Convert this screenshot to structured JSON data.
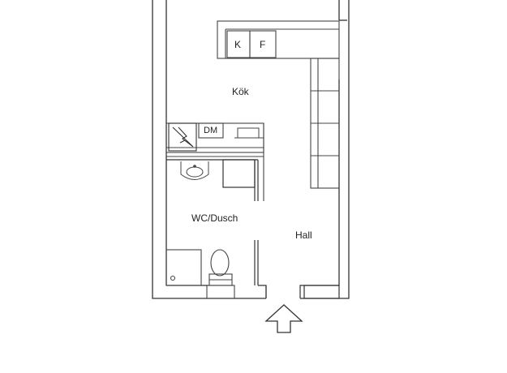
{
  "rooms": {
    "kitchen": "Kök",
    "bathroom": "WC/Dusch",
    "hall": "Hall"
  },
  "appliances": {
    "stove": "K",
    "fridge": "F",
    "dishwasher": "DM"
  },
  "colors": {
    "wall": "#222222",
    "line": "#555555",
    "background": "#ffffff"
  }
}
